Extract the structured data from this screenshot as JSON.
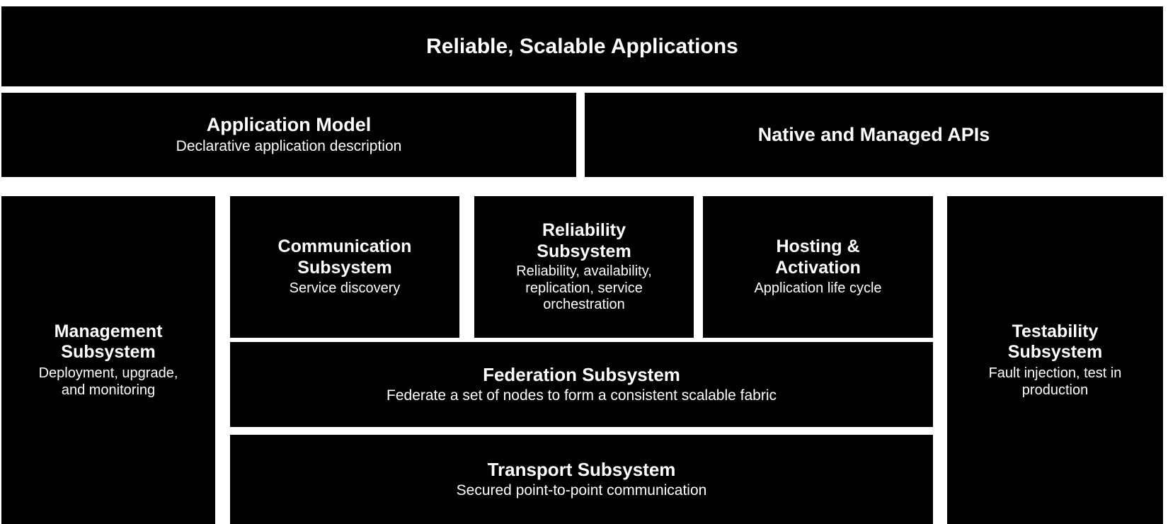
{
  "diagram": {
    "name": "Service Fabric layered architecture",
    "background_color": "#ffffff",
    "box_color": "#000000",
    "text_color": "#ffffff"
  },
  "banner": {
    "title": "Reliable, Scalable Applications"
  },
  "layer_model": {
    "application_model": {
      "title": "Application Model",
      "subtitle": "Declarative application description"
    },
    "native_managed_apis": {
      "title": "Native and Managed APIs"
    }
  },
  "subsystems": {
    "management": {
      "title": "Management\nSubsystem",
      "subtitle": "Deployment, upgrade,\nand monitoring"
    },
    "communication": {
      "title": "Communication\nSubsystem",
      "subtitle": "Service discovery"
    },
    "reliability": {
      "title": "Reliability\nSubsystem",
      "subtitle": "Reliability, availability,\nreplication, service\norchestration"
    },
    "hosting_activation": {
      "title": "Hosting &\nActivation",
      "subtitle": "Application life cycle"
    },
    "testability": {
      "title": "Testability\nSubsystem",
      "subtitle": "Fault injection, test in\nproduction"
    },
    "federation": {
      "title": "Federation Subsystem",
      "subtitle": "Federate a set of nodes to form a consistent scalable fabric"
    },
    "transport": {
      "title": "Transport Subsystem",
      "subtitle": "Secured point-to-point communication"
    }
  }
}
